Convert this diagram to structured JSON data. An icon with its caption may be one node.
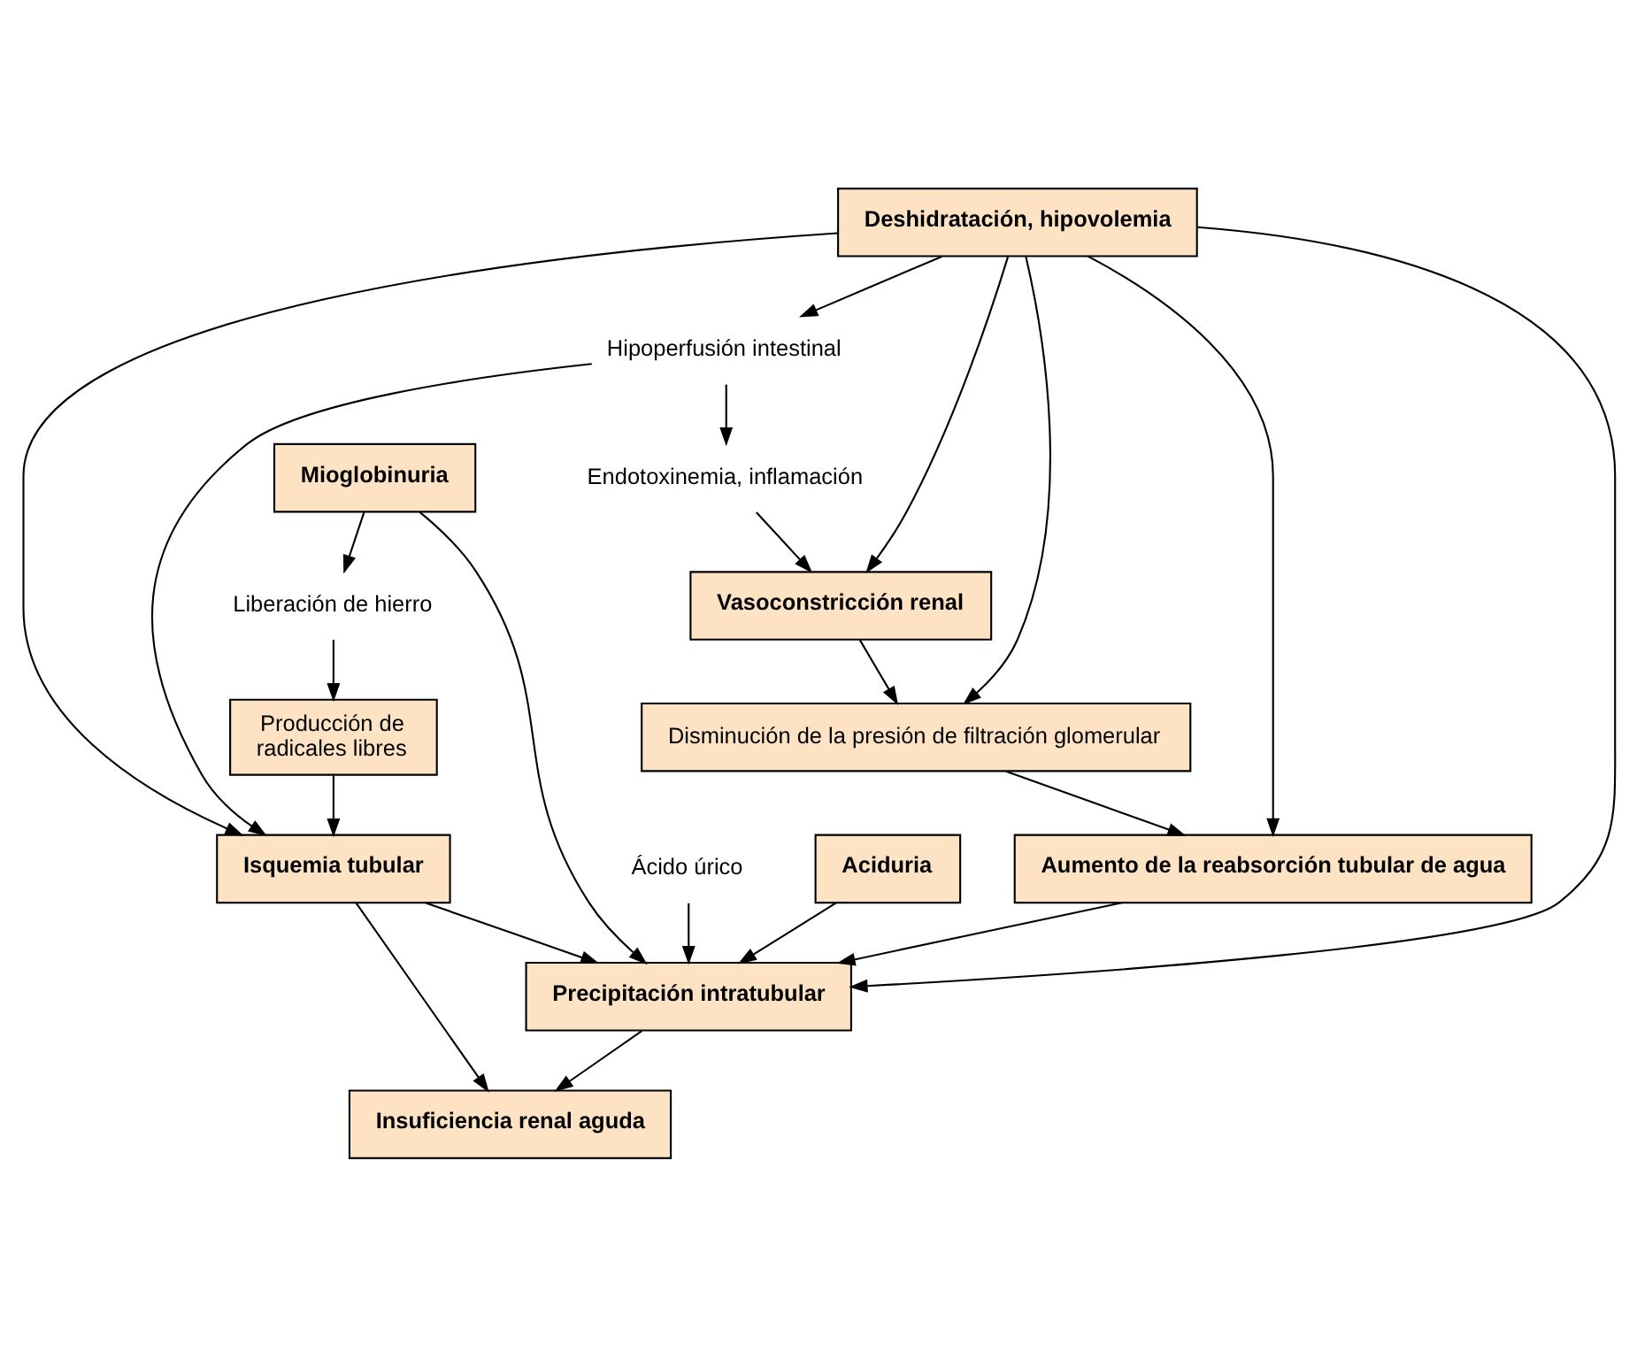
{
  "diagram": {
    "nodes": [
      {
        "text": [
          "Deshidratación, hipovolemia"
        ]
      },
      {
        "text": [
          "Hipoperfusión intestinal"
        ]
      },
      {
        "text": [
          "Endotoxinemia, inflamación"
        ]
      },
      {
        "text": [
          "Vasoconstricción renal"
        ]
      },
      {
        "text": [
          "Disminución de la presión de filtración glomerular"
        ]
      },
      {
        "text": [
          "Aumento de la reabsorción tubular de agua"
        ]
      },
      {
        "text": [
          "Mioglobinuria"
        ]
      },
      {
        "text": [
          "Precipitación intratubular"
        ]
      },
      {
        "text": [
          "Ácido úrico"
        ]
      },
      {
        "text": [
          "Aciduria"
        ]
      },
      {
        "text": [
          "Liberación de hierro"
        ]
      },
      {
        "text": [
          "Isquemia tubular"
        ]
      },
      {
        "text": [
          "Producción de radicales libres"
        ]
      },
      {
        "text": [
          "Insuficiencia renal aguda"
        ]
      }
    ],
    "edges": [
      {
        "from": 0,
        "to": 1,
        "arrow": "to"
      },
      {
        "from": 1,
        "to": 2,
        "arrow": "to"
      },
      {
        "from": 0,
        "to": 3,
        "arrow": "to"
      },
      {
        "from": 2,
        "to": 3,
        "arrow": "to"
      },
      {
        "from": 0,
        "to": 4,
        "arrow": "to"
      },
      {
        "from": 0,
        "to": 5,
        "arrow": "to"
      },
      {
        "from": 0,
        "to": 7,
        "arrow": "to"
      },
      {
        "from": 3,
        "to": 4,
        "arrow": "to"
      },
      {
        "from": 4,
        "to": 5,
        "arrow": "to"
      },
      {
        "from": 5,
        "to": 7,
        "arrow": "to"
      },
      {
        "from": 6,
        "to": 7,
        "arrow": "to"
      },
      {
        "from": 8,
        "to": 7,
        "arrow": "to"
      },
      {
        "from": 9,
        "to": 7,
        "arrow": "to"
      },
      {
        "from": 6,
        "to": 10,
        "arrow": "to"
      },
      {
        "from": 10,
        "to": 12,
        "arrow": "to"
      },
      {
        "from": 11,
        "to": 7,
        "arrow": "to"
      },
      {
        "from": 7,
        "to": 13,
        "arrow": "to"
      },
      {
        "from": 11,
        "to": 13,
        "arrow": "to"
      },
      {
        "from": 1,
        "to": 11,
        "arrow": "to"
      },
      {
        "from": 0,
        "to": 11,
        "arrow": "to"
      },
      {
        "from": 12,
        "to": 11,
        "arrow": "to"
      }
    ]
  }
}
